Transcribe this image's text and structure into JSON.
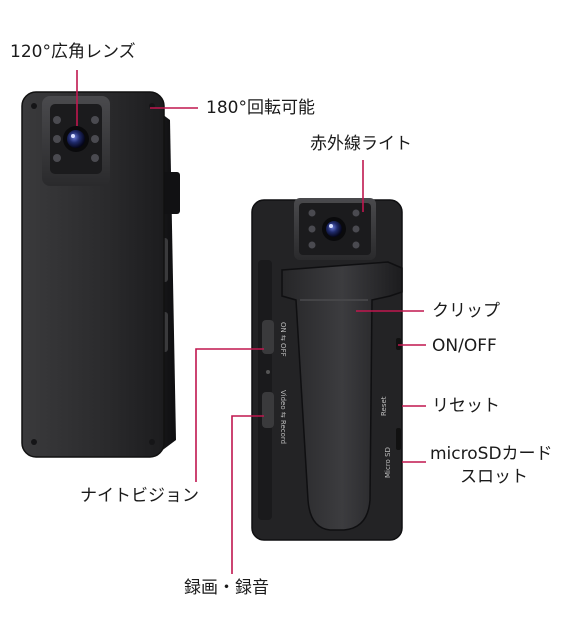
{
  "labels": {
    "wide_lens": "120°広角レンズ",
    "rotation": "180°回転可能",
    "ir_light": "赤外線ライト",
    "clip": "クリップ",
    "power": "ON/OFF",
    "reset": "リセット",
    "microsd_line1": "microSDカード",
    "microsd_line2": "スロット",
    "night_vision": "ナイトビジョン",
    "recording": "録画・録音"
  },
  "device_text": {
    "power_switch": "ON ⇆ OFF",
    "mode_switch": "Video ⇆ Record",
    "reset": "Reset",
    "microsd": "Micro SD"
  },
  "colors": {
    "leader": "#c0174f",
    "body": "#2b2b2d",
    "body_dark": "#151517",
    "label_text": "#1a1a1a"
  }
}
